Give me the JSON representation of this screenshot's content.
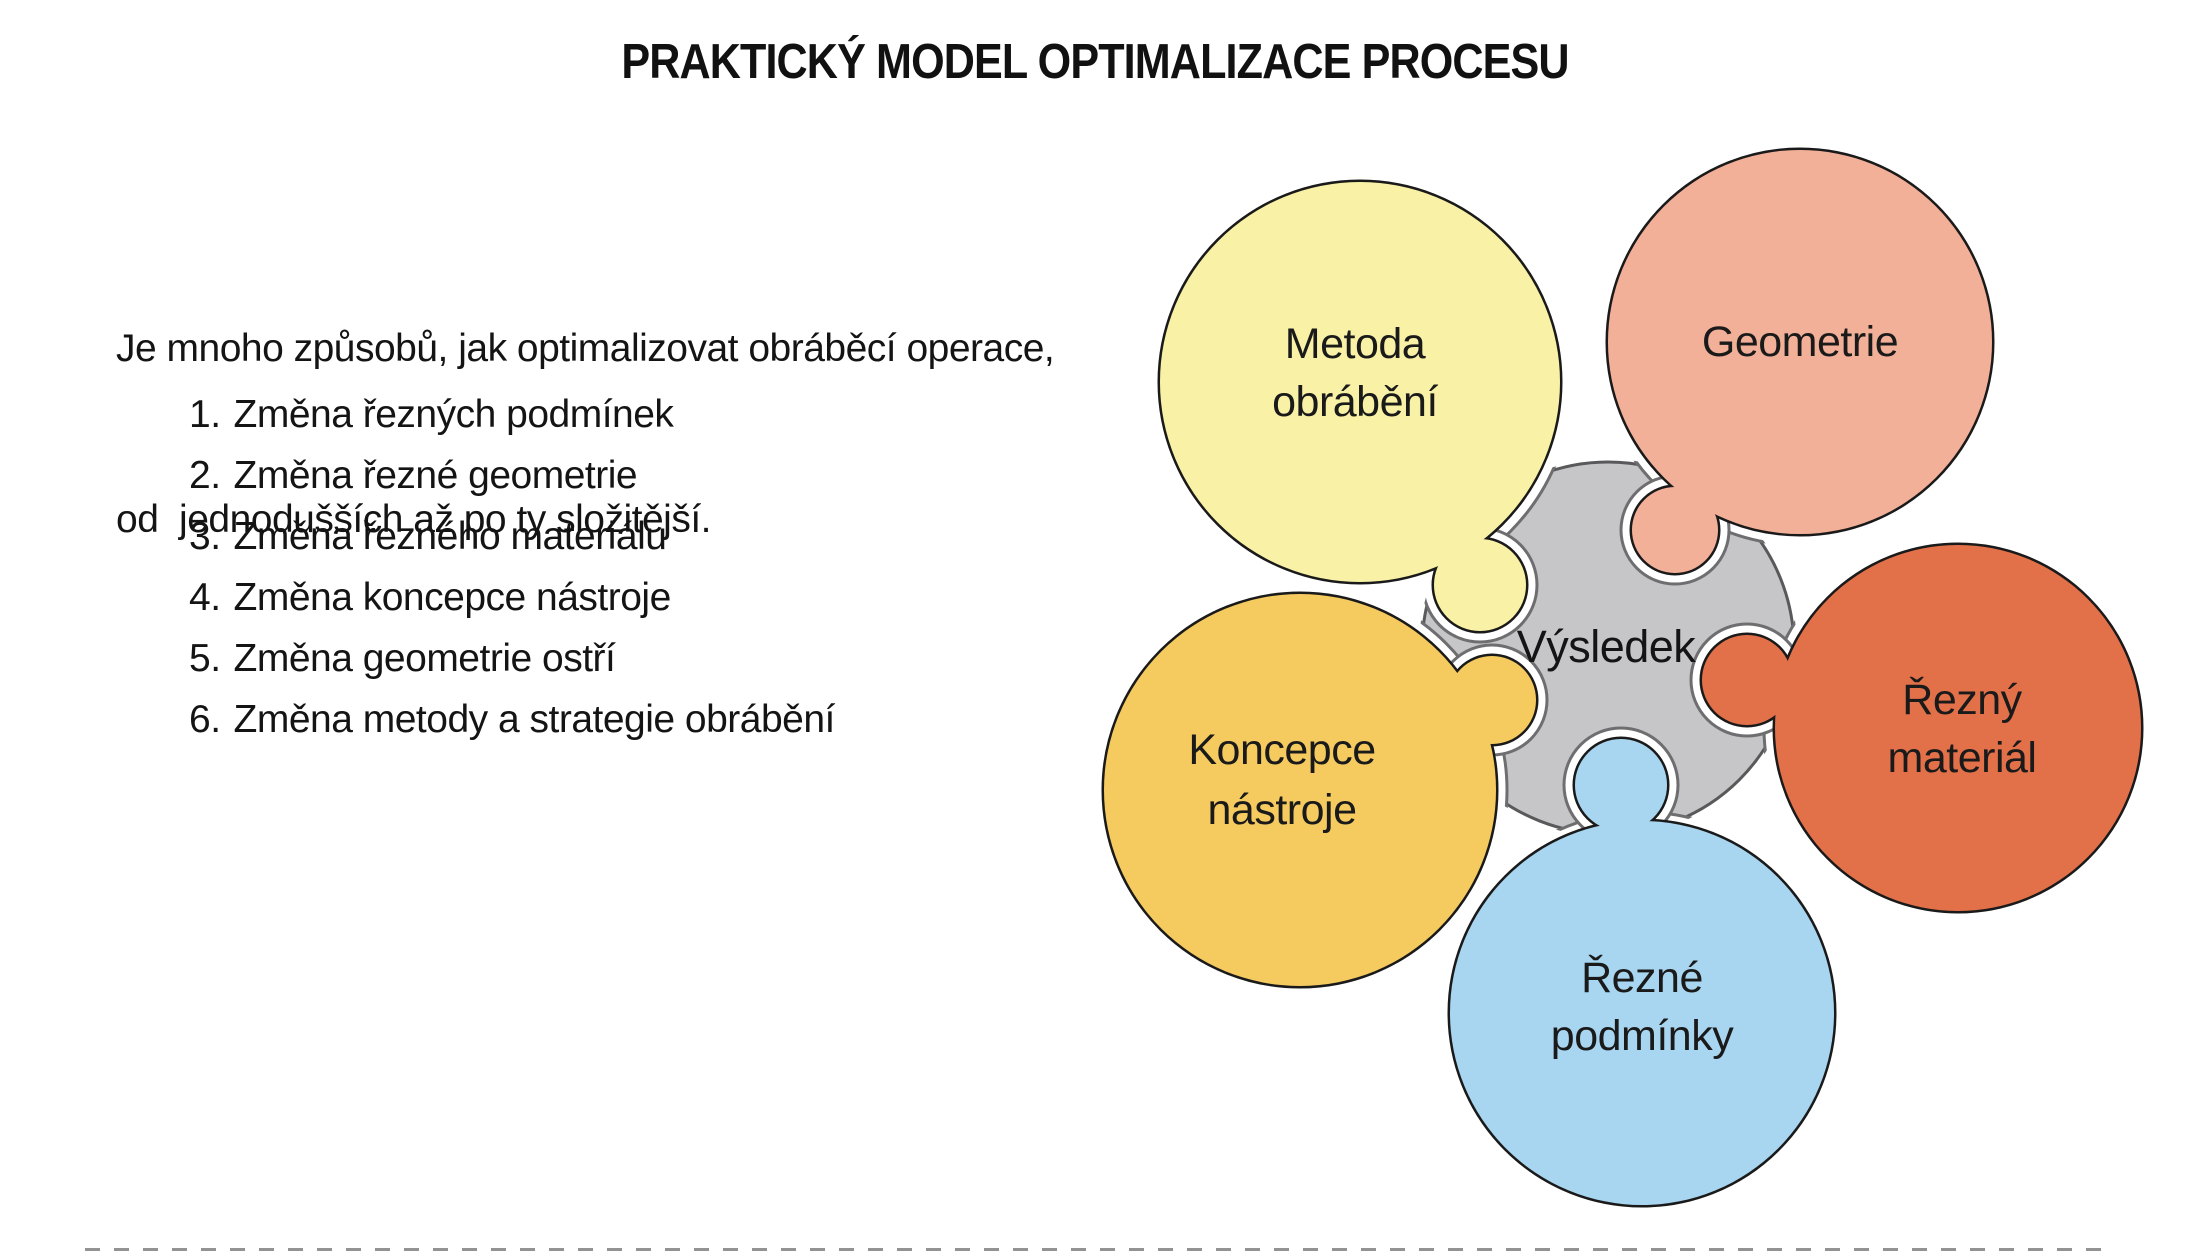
{
  "title": "PRAKTICKÝ MODEL OPTIMALIZACE PROCESU",
  "intro": {
    "line1": "Je mnoho způsobů, jak optimalizovat obráběcí operace,",
    "line2": "od  jednodušších až po ty složitější."
  },
  "list": {
    "items": [
      {
        "num": "1.",
        "text": "Změna řezných podmínek"
      },
      {
        "num": "2.",
        "text": "Změna řezné geometrie"
      },
      {
        "num": "3.",
        "text": "Změna řezného materiálu"
      },
      {
        "num": "4.",
        "text": "Změna koncepce nástroje"
      },
      {
        "num": "5.",
        "text": "Změna geometrie ostří"
      },
      {
        "num": "6.",
        "text": "Změna metody a strategie obrábění"
      }
    ]
  },
  "diagram": {
    "center": {
      "label": "Výsledek",
      "fill": "#C6C6C8",
      "stroke": "#59595B"
    },
    "outline_color": "#1A1A1A",
    "petals": [
      {
        "id": "metoda-obrabeni",
        "label_line1": "Metoda",
        "label_line2": "obrábění",
        "fill": "#F8F1A6"
      },
      {
        "id": "geometrie",
        "label_line1": "Geometrie",
        "label_line2": "",
        "fill": "#F3B099"
      },
      {
        "id": "rezny-material",
        "label_line1": "Řezný",
        "label_line2": "materiál",
        "fill": "#E2714A"
      },
      {
        "id": "rezne-podminky",
        "label_line1": "Řezné",
        "label_line2": "podmínky",
        "fill": "#A8D6F0"
      },
      {
        "id": "koncepce-nastroje",
        "label_line1": "Koncepce",
        "label_line2": "nástroje",
        "fill": "#F5CB60"
      }
    ]
  }
}
